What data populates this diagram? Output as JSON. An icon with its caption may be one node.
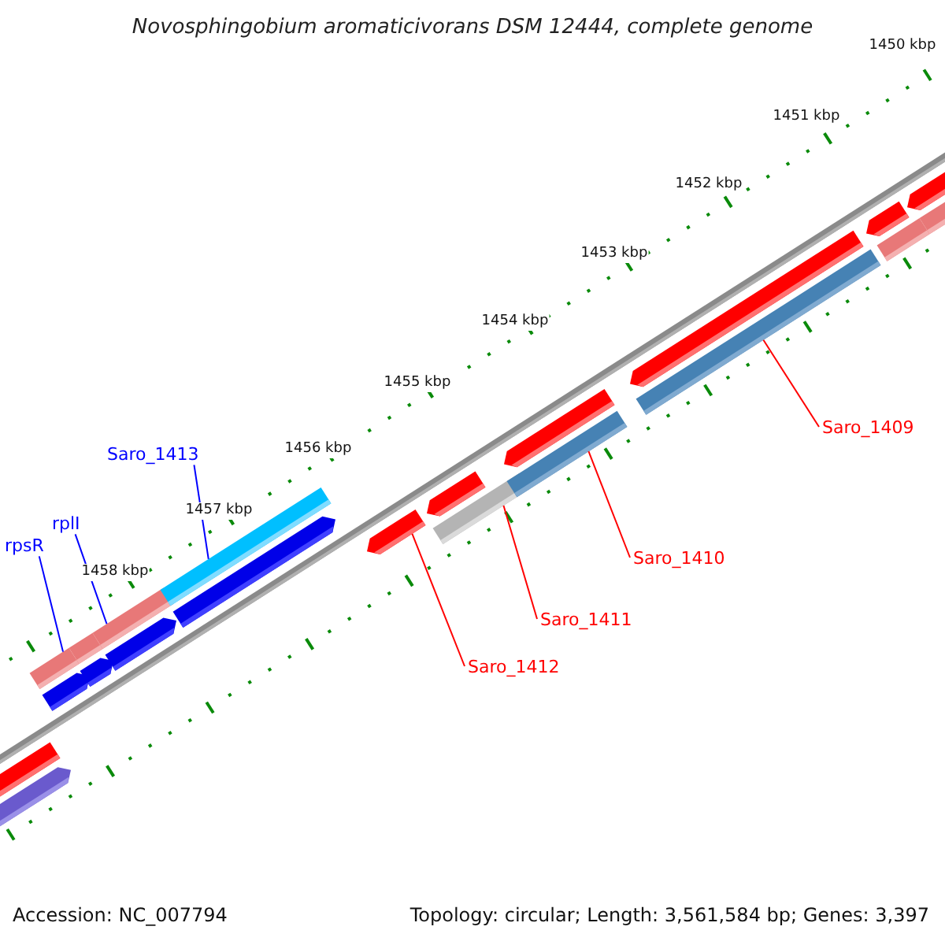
{
  "diagram": {
    "title": "Novosphingobium aromaticivorans DSM 12444, complete genome",
    "nodes": [
      {
        "text": [
          "Saro_1409"
        ]
      },
      {
        "text": [
          "Saro_1413"
        ]
      },
      {
        "text": [
          "rplI"
        ]
      },
      {
        "text": [
          "rpsR"
        ]
      },
      {
        "text": [
          "Saro_1410"
        ]
      },
      {
        "text": [
          "Saro_1411"
        ]
      },
      {
        "text": [
          "Saro_1412"
        ]
      },
      {
        "text": [],
        "shape": "bar"
      },
      {
        "text": [],
        "shape": "bar"
      },
      {
        "text": [],
        "shape": "bar"
      },
      {
        "text": [],
        "shape": "bar"
      },
      {
        "text": [],
        "shape": "bar"
      },
      {
        "text": [],
        "shape": "bar"
      },
      {
        "text": [],
        "shape": "bar"
      },
      {
        "text": [],
        "shape": "bar"
      },
      {
        "text": [],
        "shape": "bar"
      },
      {
        "text": [],
        "shape": "bar"
      },
      {
        "text": [],
        "shape": "bar"
      },
      {
        "text": [],
        "shape": "bar"
      },
      {
        "text": [],
        "shape": "bar"
      },
      {
        "text": [],
        "shape": "bar"
      },
      {
        "text": [],
        "shape": "bar"
      },
      {
        "text": [],
        "shape": "bar"
      },
      {
        "text": [],
        "shape": "bar"
      },
      {
        "text": [],
        "shape": "bar"
      },
      {
        "text": [],
        "shape": "bar"
      },
      {
        "text": [],
        "shape": "bar"
      },
      {
        "text": [],
        "shape": "bar"
      }
    ],
    "edges": [
      {
        "from": 0,
        "to": 23,
        "arrow": "none"
      },
      {
        "from": 1,
        "to": 15,
        "arrow": "none",
        "color": "#0000ff"
      },
      {
        "from": 2,
        "to": 13,
        "arrow": "none",
        "color": "#0000ff"
      },
      {
        "from": 3,
        "to": 9,
        "arrow": "none",
        "color": "#0000ff"
      },
      {
        "from": 4,
        "to": 21,
        "arrow": "none"
      },
      {
        "from": 5,
        "to": 19,
        "arrow": "none"
      },
      {
        "from": 6,
        "to": 17,
        "arrow": "none"
      }
    ],
    "labels": [
      "1450 kbp",
      "1451 kbp",
      "1452 kbp",
      "1453 kbp",
      "1454 kbp",
      "1455 kbp",
      "1456 kbp",
      "1457 kbp",
      "1458 kbp",
      "Accession: NC_007794",
      "Topology: circular; Length: 3,561,584 bp; Genes: 3,397"
    ]
  }
}
